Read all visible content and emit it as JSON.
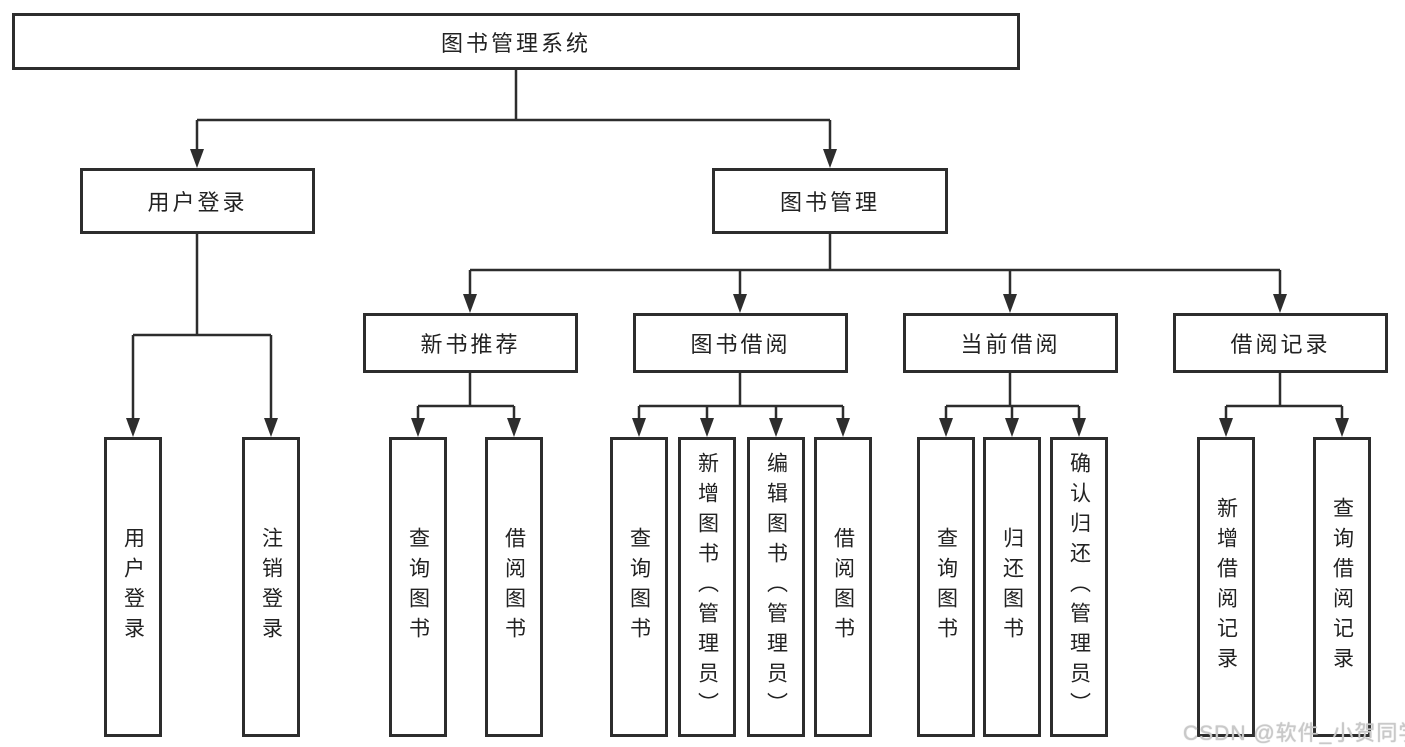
{
  "diagram": {
    "root": {
      "label": "图书管理系统"
    },
    "branches": [
      {
        "label": "用户登录",
        "children": [
          {
            "label": "用户登录"
          },
          {
            "label": "注销登录"
          }
        ]
      },
      {
        "label": "图书管理",
        "children": [
          {
            "label": "新书推荐",
            "children": [
              {
                "label": "查询图书"
              },
              {
                "label": "借阅图书"
              }
            ]
          },
          {
            "label": "图书借阅",
            "children": [
              {
                "label": "查询图书"
              },
              {
                "label": "新增图书（管理员）"
              },
              {
                "label": "编辑图书（管理员）"
              },
              {
                "label": "借阅图书"
              }
            ]
          },
          {
            "label": "当前借阅",
            "children": [
              {
                "label": "查询图书"
              },
              {
                "label": "归还图书"
              },
              {
                "label": "确认归还（管理员）"
              }
            ]
          },
          {
            "label": "借阅记录",
            "children": [
              {
                "label": "新增借阅记录"
              },
              {
                "label": "查询借阅记录"
              }
            ]
          }
        ]
      }
    ]
  },
  "watermark": "CSDN @软件_小贺同学",
  "colors": {
    "line": "#2d2d2d",
    "text": "#222222",
    "watermark": "#c9c9c9",
    "background": "#ffffff"
  }
}
